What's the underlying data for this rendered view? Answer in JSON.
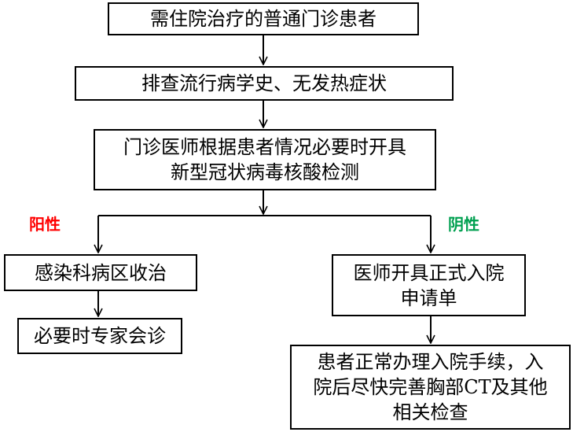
{
  "nodes": {
    "start": "需住院治疗的普通门诊患者",
    "screen": "排查流行病学史、无发热症状",
    "test_line1": "门诊医师根据患者情况必要时开具",
    "test_line2": "新型冠状病毒核酸检测",
    "positive_ward": "感染科病区收治",
    "consult": "必要时专家会诊",
    "admit_line1": "医师开具正式入院",
    "admit_line2": "申请单",
    "proc_line1": "患者正常办理入院手续，入",
    "proc_line2": "院后尽快完善胸部CT及其他",
    "proc_line3": "相关检查"
  },
  "branches": {
    "positive": "阳性",
    "negative": "阴性"
  },
  "colors": {
    "positive": "#ff0000",
    "negative": "#00a050",
    "line": "#000000"
  }
}
